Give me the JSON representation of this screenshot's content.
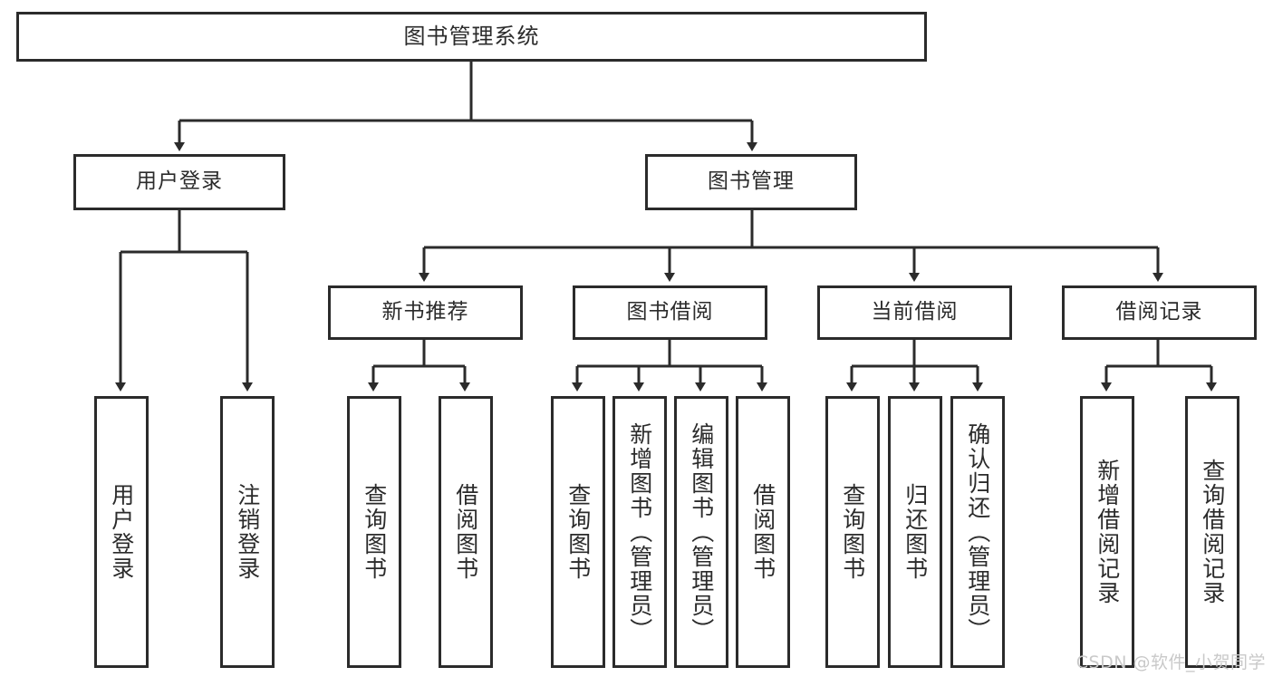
{
  "diagram": {
    "title": "图书管理系统",
    "type": "tree-structure-chart",
    "watermark": "CSDN @软件_小贺同学",
    "colors": {
      "stroke": "#2b2b2b",
      "fill": "#ffffff",
      "text": "#2b2b2b",
      "watermark": "#c9c9c9"
    },
    "root": {
      "label": "图书管理系统"
    },
    "level2": [
      {
        "label": "用户登录"
      },
      {
        "label": "图书管理"
      }
    ],
    "level3": [
      {
        "label": "新书推荐"
      },
      {
        "label": "图书借阅"
      },
      {
        "label": "当前借阅"
      },
      {
        "label": "借阅记录"
      }
    ],
    "leaves": {
      "user_login": [
        {
          "label": "用户登录"
        },
        {
          "label": "注销登录"
        }
      ],
      "new_book_recommend": [
        {
          "label": "查询图书"
        },
        {
          "label": "借阅图书"
        }
      ],
      "book_borrow": [
        {
          "label": "查询图书"
        },
        {
          "label": "新增图书（管理员）"
        },
        {
          "label": "编辑图书（管理员）"
        },
        {
          "label": "借阅图书"
        }
      ],
      "current_borrow": [
        {
          "label": "查询图书"
        },
        {
          "label": "归还图书"
        },
        {
          "label": "确认归还（管理员）"
        }
      ],
      "borrow_record": [
        {
          "label": "新增借阅记录"
        },
        {
          "label": "查询借阅记录"
        }
      ]
    }
  }
}
